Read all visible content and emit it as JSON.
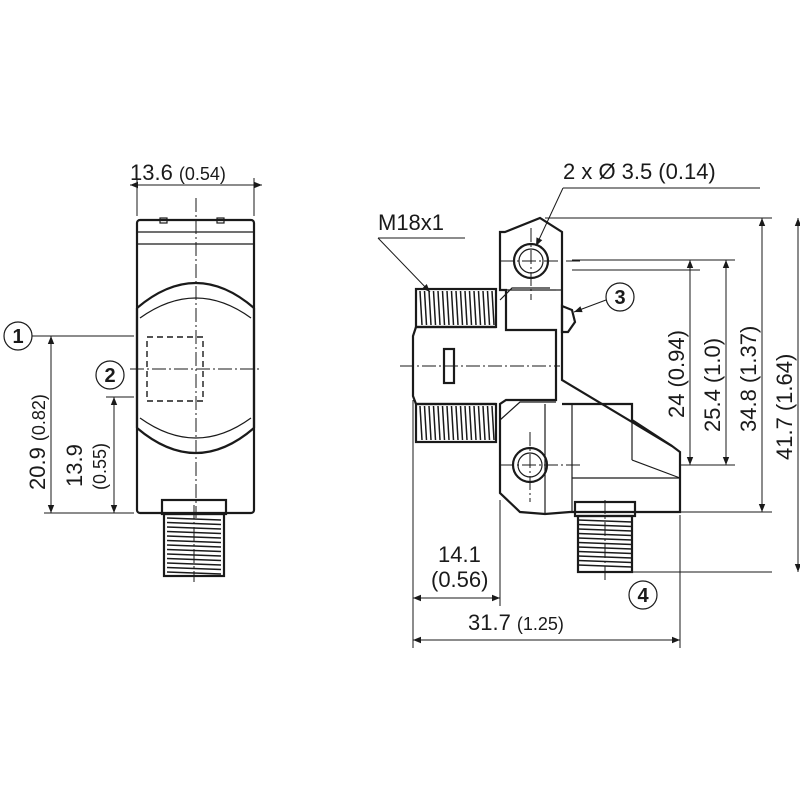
{
  "front_view": {
    "width_dim": {
      "main": "13.6",
      "sub": "(0.54)"
    },
    "height_dim_1": {
      "main": "20.9",
      "sub": "(0.82)"
    },
    "height_dim_2": {
      "main": "13.9",
      "sub": "(0.55)"
    },
    "callout_1": "1",
    "callout_2": "2"
  },
  "side_view": {
    "hole_dim": {
      "main": "2 x Ø 3.5",
      "sub": "(0.14)"
    },
    "thread_label": "M18x1",
    "callout_3": "3",
    "callout_4": "4",
    "dim_24": {
      "main": "24",
      "sub": "(0.94)"
    },
    "dim_25_4": {
      "main": "25.4",
      "sub": "(1.0)"
    },
    "dim_34_8": {
      "main": "34.8",
      "sub": "(1.37)"
    },
    "dim_41_7": {
      "main": "41.7",
      "sub": "(1.64)"
    },
    "dim_14_1": {
      "main": "14.1",
      "sub": "(0.56)"
    },
    "dim_31_7": {
      "main": "31.7",
      "sub": "(1.25)"
    }
  }
}
